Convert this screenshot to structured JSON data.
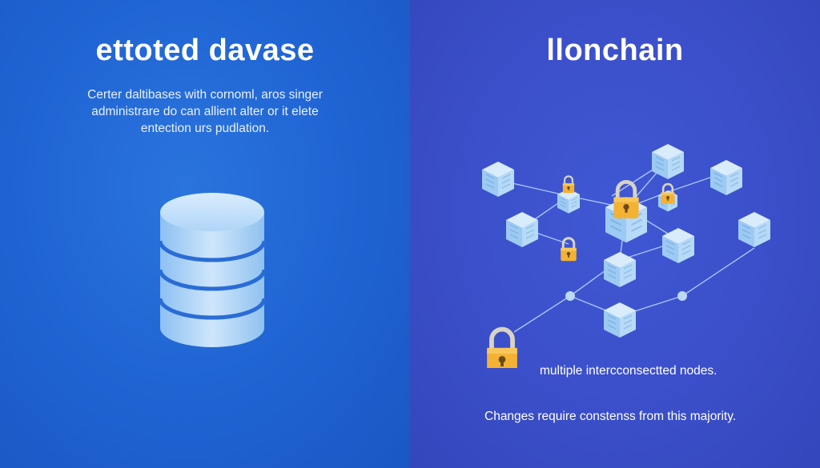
{
  "left": {
    "title": "ettoted davase",
    "description": [
      "Certer daltibases with cornoml, aros singer",
      "administrare do can allient alter or it elete",
      "entection urs pudlation."
    ],
    "icon": "database-cylinder-icon"
  },
  "right": {
    "title": "llonchain",
    "nodes_note": "multiple intercconsectted nodes.",
    "consensus_note": "Changes require constenss from this majority.",
    "icons": [
      "block-node-icon",
      "padlock-icon",
      "connector-dot-icon"
    ]
  },
  "colors": {
    "left_bg": "#1f63d2",
    "right_bg": "#3a4ec8",
    "cube": "#bcdcf8",
    "lock_gold": "#f3b234",
    "text": "#ffffff"
  }
}
